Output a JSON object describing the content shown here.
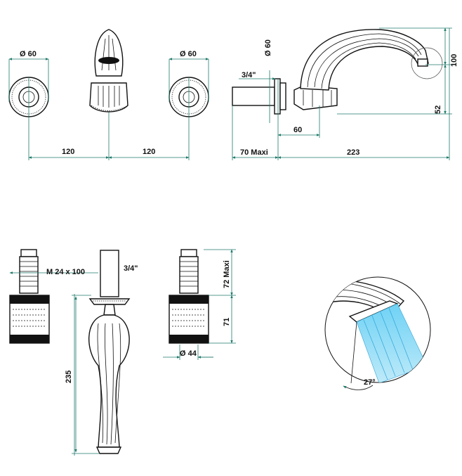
{
  "dimensions": {
    "top_left_diam_left": "Ø 60",
    "top_left_diam_right": "Ø 60",
    "top_left_span_left": "120",
    "top_left_span_right": "120",
    "side_thread": "3/4\"",
    "side_diam": "Ø 60",
    "side_height": "100",
    "side_height_low": "52",
    "side_offset": "60",
    "side_maxi": "70 Maxi",
    "side_reach": "223",
    "bottom_thread": "M 24 x 100",
    "bottom_thread_spout": "3/4\"",
    "bottom_maxi": "72 Maxi",
    "bottom_71": "71",
    "bottom_diam": "Ø 44",
    "bottom_height": "235",
    "angle": "27°"
  },
  "colors": {
    "dimension_line": "#1f7a6b",
    "outline": "#111111",
    "water": "#5fc8ee"
  }
}
